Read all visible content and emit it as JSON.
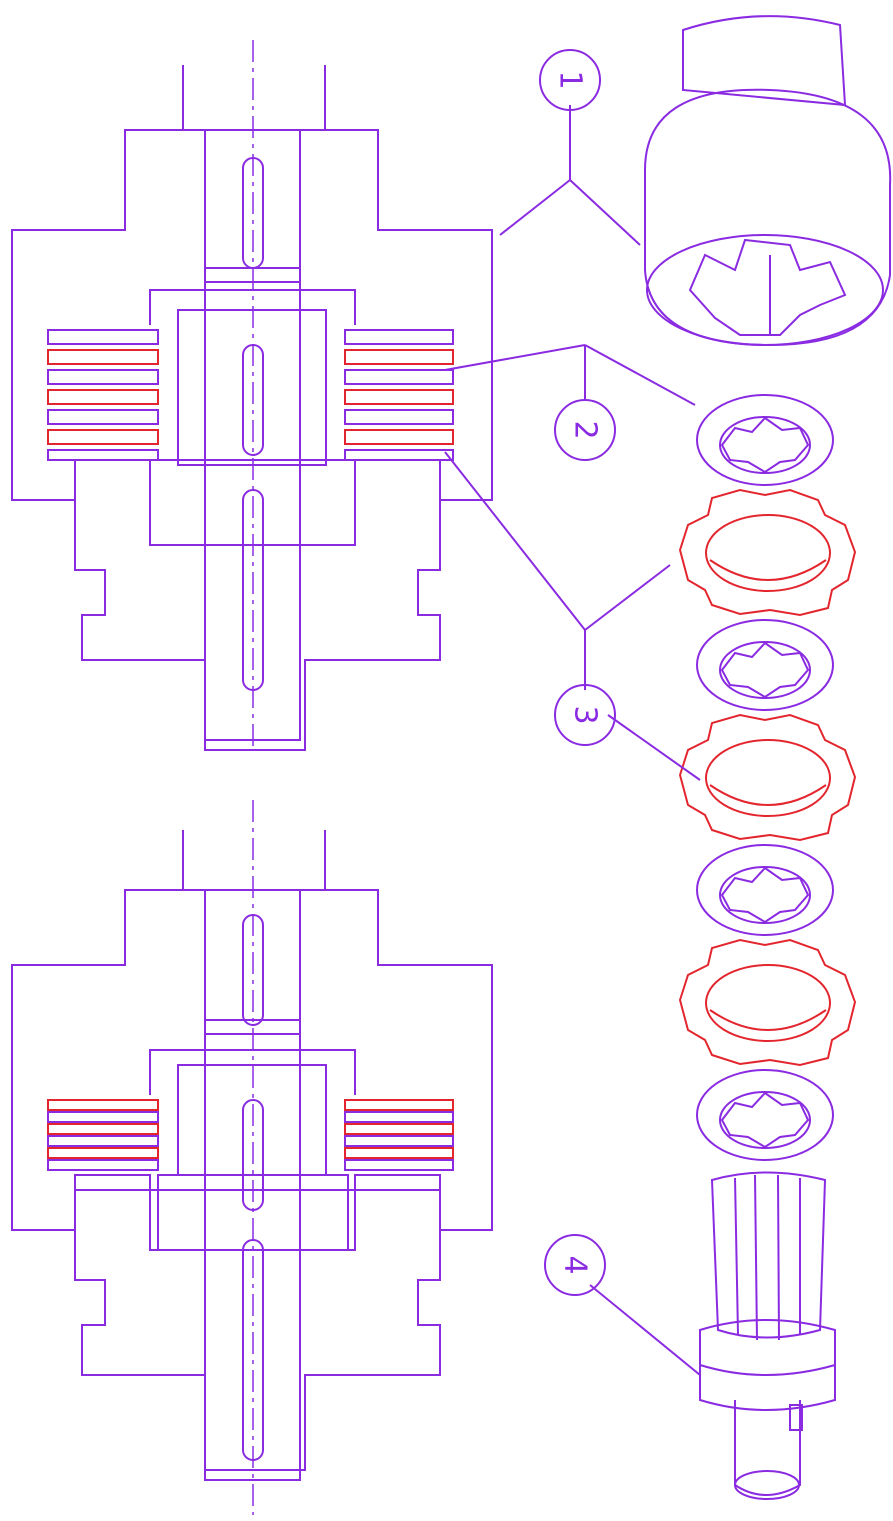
{
  "colors": {
    "line": "#8a2be2",
    "accent": "#e3262e",
    "background": "#ffffff"
  },
  "callouts": {
    "c1": "1",
    "c2": "2",
    "c3": "3",
    "c4": "4"
  }
}
